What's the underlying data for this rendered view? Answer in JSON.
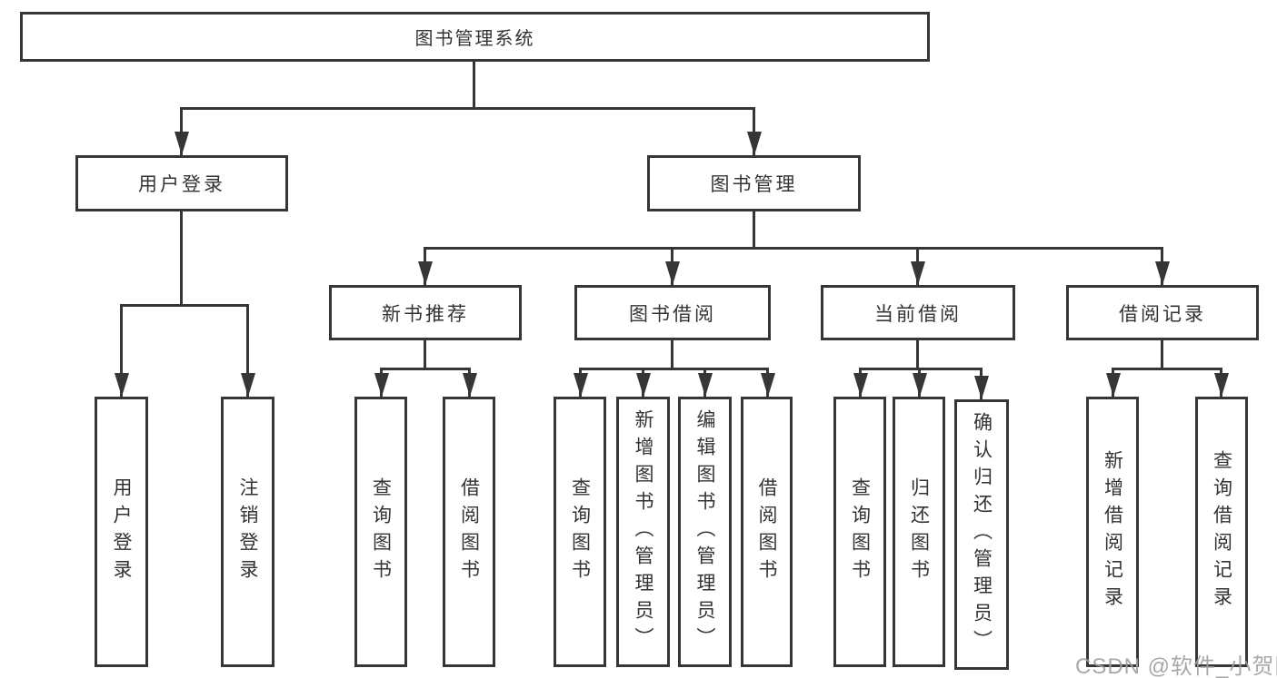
{
  "diagram_type": "hierarchy-tree",
  "tree": {
    "root": {
      "label": "图书管理系统",
      "children": [
        {
          "label": "用户登录",
          "children": [
            {
              "label": "用户登录"
            },
            {
              "label": "注销登录"
            }
          ]
        },
        {
          "label": "图书管理",
          "children": [
            {
              "label": "新书推荐",
              "children": [
                {
                  "label": "查询图书"
                },
                {
                  "label": "借阅图书"
                }
              ]
            },
            {
              "label": "图书借阅",
              "children": [
                {
                  "label": "查询图书"
                },
                {
                  "label": "新增图书（管理员）"
                },
                {
                  "label": "编辑图书（管理员）"
                },
                {
                  "label": "借阅图书"
                }
              ]
            },
            {
              "label": "当前借阅",
              "children": [
                {
                  "label": "查询图书"
                },
                {
                  "label": "归还图书"
                },
                {
                  "label": "确认归还（管理员）"
                }
              ]
            },
            {
              "label": "借阅记录",
              "children": [
                {
                  "label": "新增借阅记录"
                },
                {
                  "label": "查询借阅记录"
                }
              ]
            }
          ]
        }
      ]
    }
  },
  "watermark": {
    "text": "CSDN @软件_小贺同学"
  },
  "colors": {
    "line": "#363636",
    "box_border": "#363636",
    "text": "#333333",
    "watermark": "#9e9e9e",
    "background": "#ffffff"
  }
}
